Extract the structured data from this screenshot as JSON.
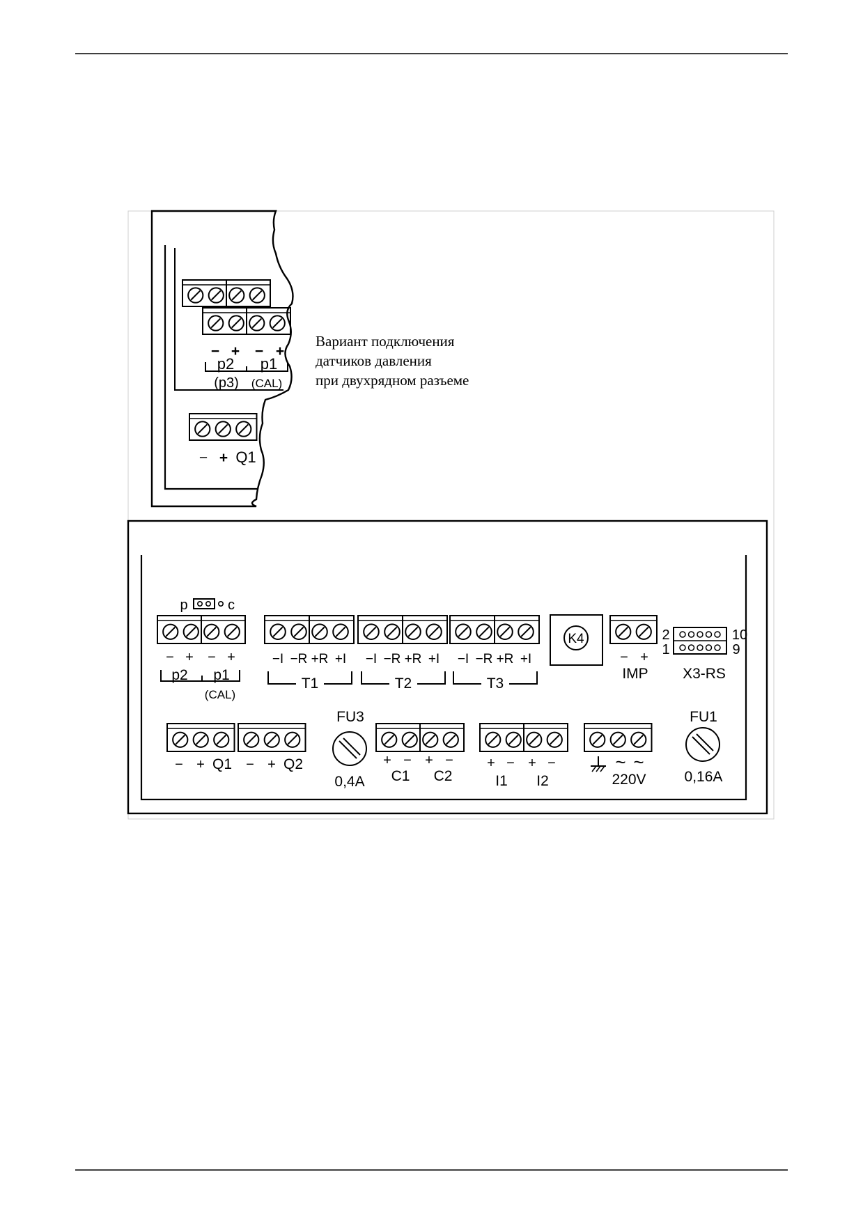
{
  "inset": {
    "caption_lines": [
      "Вариант подключения",
      "датчиков давления",
      "при двухрядном разъеме"
    ],
    "pressure_polarity": [
      "−",
      "+",
      "−",
      "+"
    ],
    "group_p2": "p2",
    "group_p1": "p1",
    "sub_p3": "(p3)",
    "sub_cal": "(CAL)",
    "q1_polarity": [
      "−",
      "+"
    ],
    "q1_label": "Q1"
  },
  "panel": {
    "jumper_left": "p",
    "jumper_right": "c",
    "pressure_polarity": [
      "−",
      "+",
      "−",
      "+"
    ],
    "pressure_p2": "p2",
    "pressure_p1": "p1",
    "pressure_cal": "(CAL)",
    "temp_pins": [
      "−I",
      "−R",
      "+R",
      "+I"
    ],
    "t1": "T1",
    "t2": "T2",
    "t3": "T3",
    "k4": "K4",
    "imp_polarity": [
      "−",
      "+"
    ],
    "imp": "IMP",
    "x3_num_2": "2",
    "x3_num_10": "10",
    "x3_num_1": "1",
    "x3_num_9": "9",
    "x3_label": "X3-RS",
    "fu1_label": "FU1",
    "fu1_rating": "0,16A",
    "fu3_label": "FU3",
    "fu3_rating": "0,4A",
    "q_polarity": [
      "−",
      "+"
    ],
    "q1": "Q1",
    "q2": "Q2",
    "c_polarity": [
      "+",
      "−",
      "+",
      "−"
    ],
    "c1": "C1",
    "c2": "C2",
    "i_polarity": [
      "+",
      "−",
      "+",
      "−"
    ],
    "i1": "I1",
    "i2": "I2",
    "tilde": "~",
    "v220": "220V"
  }
}
